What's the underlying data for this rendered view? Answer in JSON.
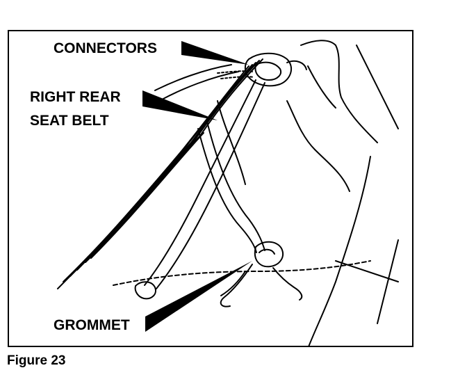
{
  "figure": {
    "caption": "Figure 23",
    "callouts": {
      "connectors": "CONNECTORS",
      "right_rear_line1": "RIGHT REAR",
      "right_rear_line2": "SEAT BELT",
      "grommet": "GROMMET"
    }
  }
}
